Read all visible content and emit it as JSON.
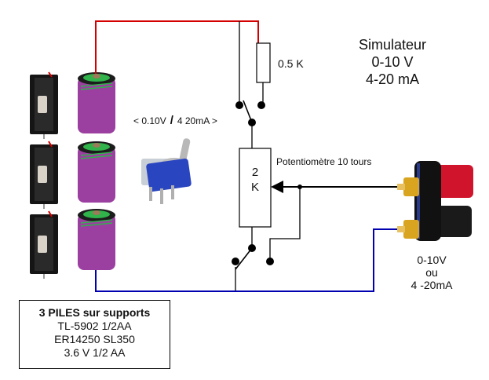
{
  "title": {
    "line1": "Simulateur",
    "line2": "0-10 V",
    "line3": "4-20 mA"
  },
  "selector_label": {
    "left": "< 0.10V",
    "slash": "/",
    "right": "4 20mA >"
  },
  "resistor_label": "0.5 K",
  "potentiometer": {
    "label": "Potentiomètre 10 tours",
    "value_line1": "2",
    "value_line2": "K"
  },
  "output_label": {
    "line1": "0-10V",
    "line2": "ou",
    "line3": "4 -20mA"
  },
  "battery_box": {
    "heading": "3 PILES sur supports",
    "line1": "TL-5902 1/2AA",
    "line2": "ER14250 SL350",
    "line3": "3.6 V 1/2 AA"
  },
  "colors": {
    "positive_wire": "#d40000",
    "negative_wire": "#0000b0",
    "signal_wire": "#000000",
    "battery_body": "#9b3fa0",
    "battery_top": "#2fb34a",
    "switch_body": "#2a45c0",
    "terminal_red": "#d0142c",
    "terminal_black": "#1a1a1a",
    "terminal_gold": "#d9a520"
  }
}
